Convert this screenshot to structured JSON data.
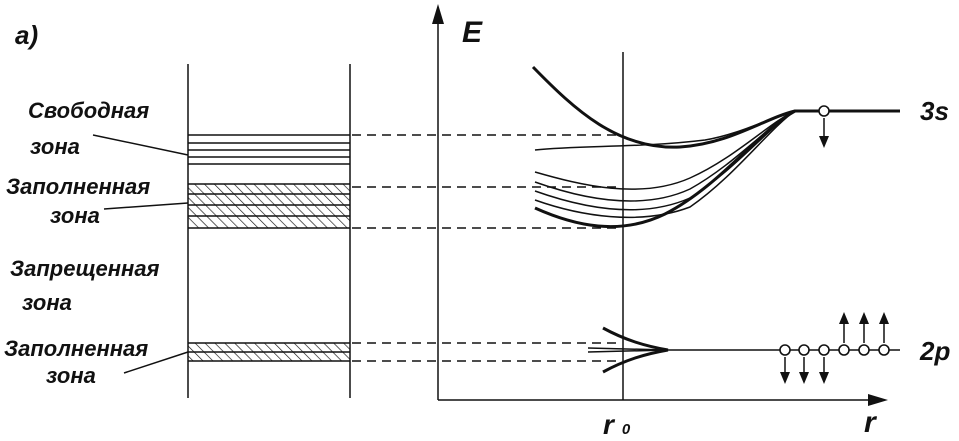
{
  "panel_label": "а)",
  "axis": {
    "y_label": "E",
    "x_label": "r",
    "r0_main": "r",
    "r0_sub": "0"
  },
  "zones": {
    "free": [
      "Свободная",
      "зона"
    ],
    "filled_upper": [
      "Заполненная",
      "зона"
    ],
    "forbidden": [
      "Запрещенная",
      "зона"
    ],
    "filled_lower": [
      "Заполненная",
      "зона"
    ]
  },
  "levels": {
    "upper": "3s",
    "lower": "2p"
  }
}
